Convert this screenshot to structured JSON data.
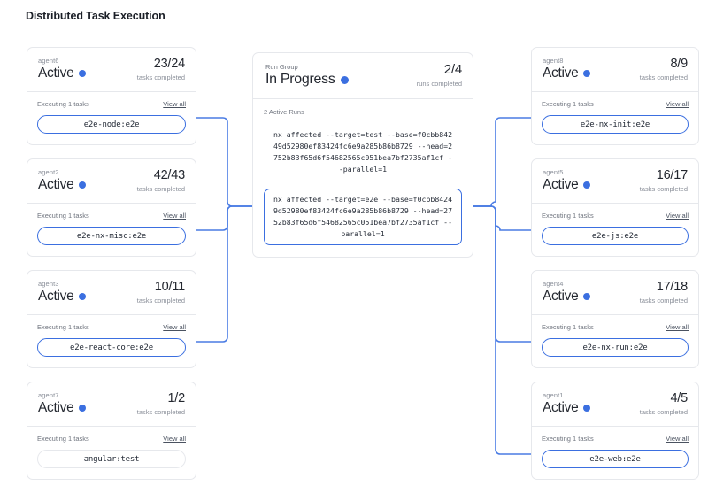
{
  "page": {
    "title": "Distributed Task Execution",
    "accent_color": "#3b6fe0",
    "card_border_color": "#e6e8ec",
    "background": "#ffffff"
  },
  "labels": {
    "tasks_completed": "tasks completed",
    "runs_completed": "runs completed",
    "view_all": "View all",
    "status_dot_icon": "status-dot-icon"
  },
  "run_group": {
    "kicker": "Run Group",
    "status": "In Progress",
    "count": "2/4",
    "count_label": "runs completed",
    "active_runs_label": "2 Active Runs",
    "commands": [
      {
        "text": "nx affected --target=test --base=f0cbb84249d52980ef83424fc6e9a285b86b8729 --head=2752b83f65d6f54682565c051bea7bf2735af1cf --parallel=1",
        "highlighted": false
      },
      {
        "text": "nx affected --target=e2e --base=f0cbb84249d52980ef83424fc6e9a285b86b8729 --head=2752b83f65d6f54682565c051bea7bf2735af1cf --parallel=1",
        "highlighted": true
      }
    ]
  },
  "left_agents": [
    {
      "name": "agent6",
      "status": "Active",
      "count": "23/24",
      "count_label": "tasks completed",
      "executing_label": "Executing 1 tasks",
      "view_all": "View all",
      "task": "e2e-node:e2e",
      "connected": true
    },
    {
      "name": "agent2",
      "status": "Active",
      "count": "42/43",
      "count_label": "tasks completed",
      "executing_label": "Executing 1 tasks",
      "view_all": "View all",
      "task": "e2e-nx-misc:e2e",
      "connected": true
    },
    {
      "name": "agent3",
      "status": "Active",
      "count": "10/11",
      "count_label": "tasks completed",
      "executing_label": "Executing 1 tasks",
      "view_all": "View all",
      "task": "e2e-react-core:e2e",
      "connected": true
    },
    {
      "name": "agent7",
      "status": "Active",
      "count": "1/2",
      "count_label": "tasks completed",
      "executing_label": "Executing 1 tasks",
      "view_all": "View all",
      "task": "angular:test",
      "connected": false
    }
  ],
  "right_agents": [
    {
      "name": "agent8",
      "status": "Active",
      "count": "8/9",
      "count_label": "tasks completed",
      "executing_label": "Executing 1 tasks",
      "view_all": "View all",
      "task": "e2e-nx-init:e2e",
      "connected": true
    },
    {
      "name": "agent5",
      "status": "Active",
      "count": "16/17",
      "count_label": "tasks completed",
      "executing_label": "Executing 1 tasks",
      "view_all": "View all",
      "task": "e2e-js:e2e",
      "connected": true
    },
    {
      "name": "agent4",
      "status": "Active",
      "count": "17/18",
      "count_label": "tasks completed",
      "executing_label": "Executing 1 tasks",
      "view_all": "View all",
      "task": "e2e-nx-run:e2e",
      "connected": true
    },
    {
      "name": "agent1",
      "status": "Active",
      "count": "4/5",
      "count_label": "tasks completed",
      "executing_label": "Executing 1 tasks",
      "view_all": "View all",
      "task": "e2e-web:e2e",
      "connected": true
    }
  ]
}
